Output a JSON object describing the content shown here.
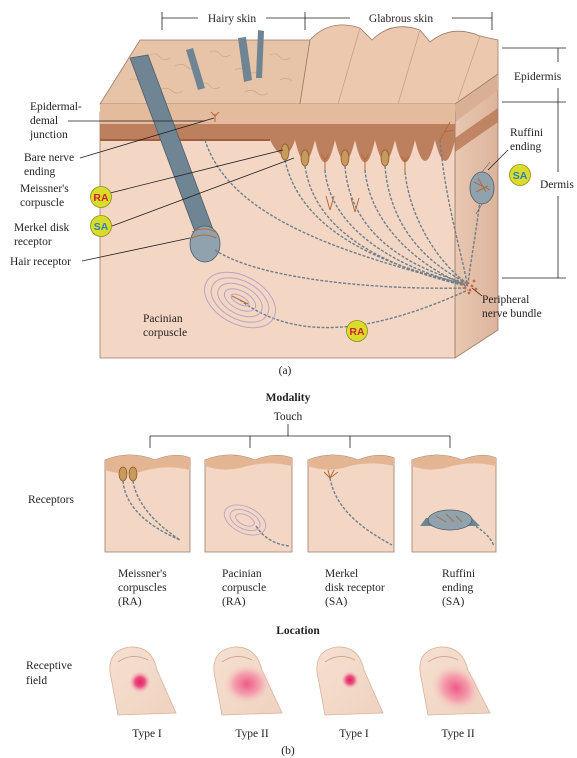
{
  "panel_a": {
    "header": {
      "hairy_skin": "Hairy skin",
      "glabrous_skin": "Glabrous skin"
    },
    "right_labels": {
      "epidermis": "Epidermis",
      "dermis": "Dermis",
      "ruffini_line1": "Ruffini",
      "ruffini_line2": "ending",
      "peripheral_line1": "Peripheral",
      "peripheral_line2": "nerve bundle"
    },
    "left_labels": {
      "epidermal_line1": "Epidermal-",
      "epidermal_line2": "demal",
      "epidermal_line3": "junction",
      "bare_line1": "Bare nerve",
      "bare_line2": "ending",
      "meissner_line1": "Meissner's",
      "meissner_line2": "corpuscle",
      "merkel_line1": "Merkel disk",
      "merkel_line2": "receptor",
      "hair": "Hair receptor"
    },
    "pacinian_line1": "Pacinian",
    "pacinian_line2": "corpuscle",
    "badges": {
      "ra": "RA",
      "sa": "SA"
    },
    "caption": "(a)"
  },
  "panel_b": {
    "modality_title": "Modality",
    "touch": "Touch",
    "receptors_label": "Receptors",
    "receptors": [
      {
        "line1": "Meissner's",
        "line2": "corpuscles",
        "line3": "(RA)"
      },
      {
        "line1": "Pacinian",
        "line2": "corpuscle",
        "line3": "(RA)"
      },
      {
        "line1": "Merkel",
        "line2": "disk receptor",
        "line3": "(SA)"
      },
      {
        "line1": "Ruffini",
        "line2": "ending",
        "line3": "(SA)"
      }
    ],
    "location_title": "Location",
    "receptive_line1": "Receptive",
    "receptive_line2": "field",
    "field_types": [
      "Type I",
      "Type II",
      "Type I",
      "Type II"
    ],
    "caption": "(b)"
  },
  "colors": {
    "skin": "#f0d3bd",
    "epidermis": "#e8c3a6",
    "dermal_band": "#b77754",
    "hair": "#6f8594",
    "badge_ra_text": "#d21f2a",
    "badge_sa_text": "#2d7fbf",
    "badge_fill": "#d9dc2a",
    "field_spot": "#e8336d"
  }
}
